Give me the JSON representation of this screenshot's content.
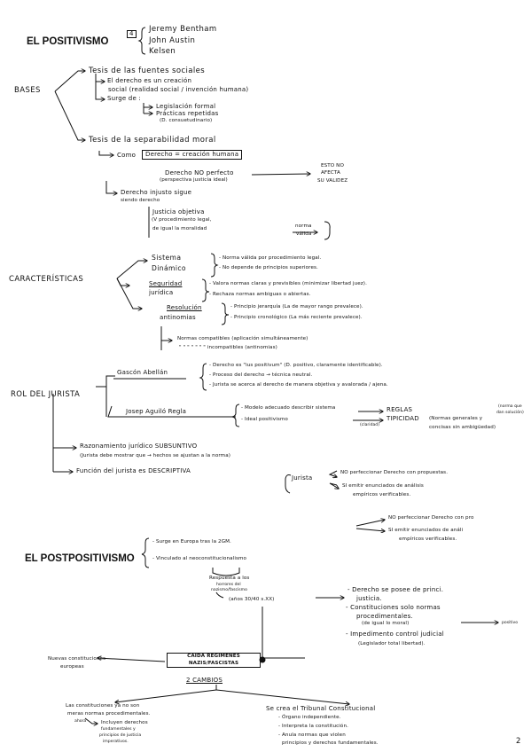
{
  "positivismo": {
    "title": "EL POSITIVISMO",
    "note_mark": "4",
    "authors": [
      "Jeremy Bentham",
      "John Austin",
      "Kelsen"
    ]
  },
  "bases": {
    "label": "BASES",
    "tesis_fuentes": {
      "title": "Tesis de las fuentes sociales",
      "l1": "El derecho es un creación",
      "l2": "social (realidad social / invención humana)",
      "surge": "Surge de :",
      "s1": "Legislación formal",
      "s2": "Prácticas repetidas",
      "s3": "(D. consuetudinario)"
    },
    "tesis_moral": {
      "title": "Tesis de la separabilidad moral",
      "como_pre": "Como",
      "como_box": "Derecho = creación humana",
      "dnp1": "Derecho NO perfecto",
      "dnp2": "(perspectiva justicia ideal)",
      "esto1": "ESTO NO",
      "esto2": "AFECTA",
      "esto3": "SU VALIDEZ",
      "inj1": "Derecho injusto sigue",
      "inj2": "siendo derecho",
      "jo1": "Justicia objetiva",
      "jo2": "(V procedimiento legal,",
      "jo3": "de igual la moralidad",
      "jo4": "norma",
      "jo5": "válida"
    }
  },
  "caracteristicas": {
    "label": "CARACTERÍSTICAS",
    "sis1": "Sistema",
    "sis2": "Dinámico",
    "sisd1": "- Norma válida por procedimiento legal.",
    "sisd2": "- No depende de principios superiores.",
    "seg1": "Seguridad",
    "seg2": "jurídica",
    "segd1": "- Valora normas claras y previsibles (minimizar libertad juez).",
    "segd2": "- Rechaza normas ambiguas o abiertas.",
    "res1": "Resolución",
    "res2": "antinomias",
    "resd1": "- Principio jerarquía (La de mayor rango prevalece).",
    "resd2": "- Principio cronológico (La más reciente prevalece).",
    "comp1": "Normas compatibles (aplicación simultáneamente)",
    "comp2": "\" \" \" \" \" \" \"  incompatibles (antinomias)"
  },
  "rol": {
    "label": "ROL DEL JURISTA",
    "gascon": "Gascón Abellán",
    "g1": "- Derecho es \"ius positivum\" (D. positivo, claramente identificable).",
    "g2": "- Proceso del derecho → técnica neutral.",
    "g3": "- Jurista se acerca al derecho de manera objetiva y avalorada / ajena.",
    "aguilo": "Josep Aguiló Regla",
    "a1": "- Modelo adecuado describir sistema",
    "reglas": "REGLAS",
    "reglas_note1": "(norma que",
    "reglas_note2": "dan solución)",
    "a2": "- Ideal positivismo",
    "tipicidad": "TIPICIDAD",
    "tip_note": "(claridad)",
    "tip_d1": "(Normas generales y",
    "tip_d2": "concisas sin ambigüedad)",
    "raz1": "Razonamiento jurídico SUBSUNTIVO",
    "raz2": "(Jurista debe mostrar que → hechos se ajustan a la norma)",
    "fun1": "Función del jurista es DESCRIPTIVA",
    "fun_box": "Jurista",
    "fun_d1": "NO perfeccionar Derecho con propuestas.",
    "fun_d2": "SI emitir enunciados de análisis",
    "fun_d3": "empíricos verificables."
  },
  "post": {
    "title": "EL POSTPOSITIVISMO",
    "top1": "NO perfeccionar Derecho con pro",
    "top2": "SI emitir enunciados de análi",
    "top3": "empíricos verificables.",
    "s1": "- Surge en Europa tras la 2GM.",
    "s2": "- Vinculado al neoconstitucionalismo",
    "resp1": "Respuesta a los",
    "resp2": "horrores del",
    "resp3": "nazismo/fascismo",
    "anos": "(años 30/40 s.XX)",
    "r1": "- Derecho se posee de princi.",
    "r2": "justicia.",
    "r3": "- Constituciones solo normas",
    "r4": "procedimentales.",
    "r5": "(de igual lo moral)",
    "r5b": "positivo",
    "r6": "- Impedimento control judicial",
    "r7": "(Legislador total libertad).",
    "nuevas1": "Nuevas constituciones",
    "nuevas2": "europeas",
    "caida1": "CAÍDA REGÍMENES",
    "caida2": "NAZIS/FASCISTAS",
    "cambios": "2 CAMBIOS",
    "c1a": "Las constituciones ya no son",
    "c1b": "meras normas procedimentales.",
    "ahora": "ahora",
    "c1c": "Incluyen derechos",
    "c1d": "fundamentales y",
    "c1e": "principios de justicia",
    "c1f": "imperativos.",
    "c2a": "Se crea el Tribunal Constitucional",
    "c2b": "- Órgano independiente.",
    "c2c": "- Interpreta la constitución.",
    "c2d": "- Anula normas que violen",
    "c2e": "principios y derechos fundamentales."
  },
  "page_number": "2"
}
